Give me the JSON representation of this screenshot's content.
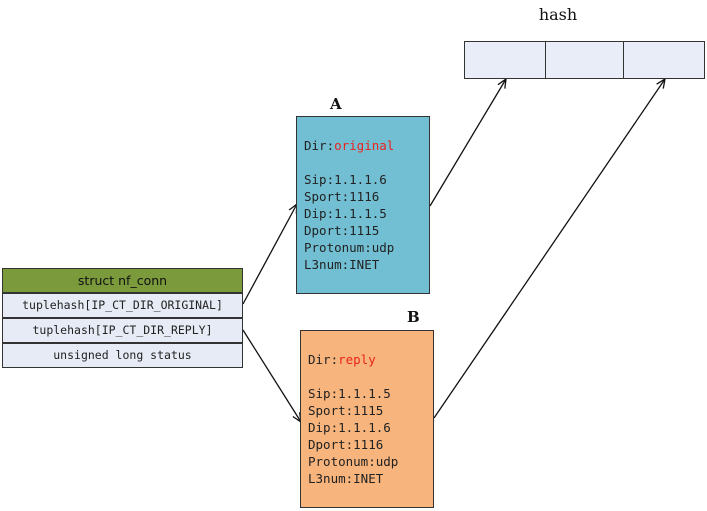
{
  "hash": {
    "title": "hash",
    "cells": [
      "",
      "",
      ""
    ]
  },
  "tuple_a": {
    "label": "A",
    "dir_key": "Dir:",
    "dir_value": "original",
    "fields": [
      "Sip:1.1.1.6",
      "Sport:1116",
      "Dip:1.1.1.5",
      "Dport:1115",
      "Protonum:udp",
      "L3num:INET"
    ]
  },
  "tuple_b": {
    "label": "B",
    "dir_key": "Dir:",
    "dir_value": "reply",
    "fields": [
      "Sip:1.1.1.5",
      "Sport:1115",
      "Dip:1.1.1.6",
      "Dport:1116",
      "Protonum:udp",
      "L3num:INET"
    ]
  },
  "nf_conn": {
    "title": "struct nf_conn",
    "rows": [
      "tuplehash[IP_CT_DIR_ORIGINAL]",
      "tuplehash[IP_CT_DIR_REPLY]",
      "unsigned long status"
    ]
  }
}
